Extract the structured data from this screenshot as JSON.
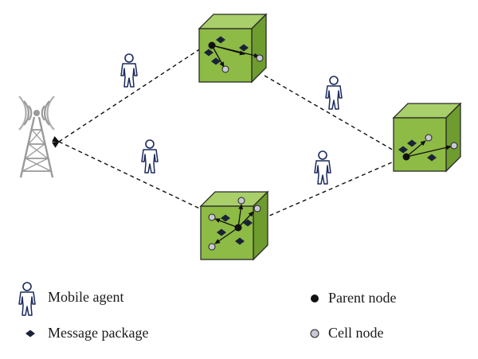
{
  "legend": {
    "mobile_agent": "Mobile agent",
    "message_package": "Message package",
    "parent_node": "Parent node",
    "cell_node": "Cell node"
  },
  "colors": {
    "cube_front": "#8dbb45",
    "cube_top": "#a8cf6a",
    "cube_side": "#6f9c2e",
    "cube_edge": "#2a2a2a",
    "agent": "#1c2a5c",
    "tower": "#9a9a9a",
    "parent_node": "#111111",
    "cell_node_fill": "#c8c8d6",
    "message_package": "#1a2238"
  },
  "icons": [
    "base-station-tower-icon",
    "mobile-agent-icon",
    "network-cube-icon",
    "parent-node-icon",
    "cell-node-icon",
    "message-package-icon"
  ]
}
